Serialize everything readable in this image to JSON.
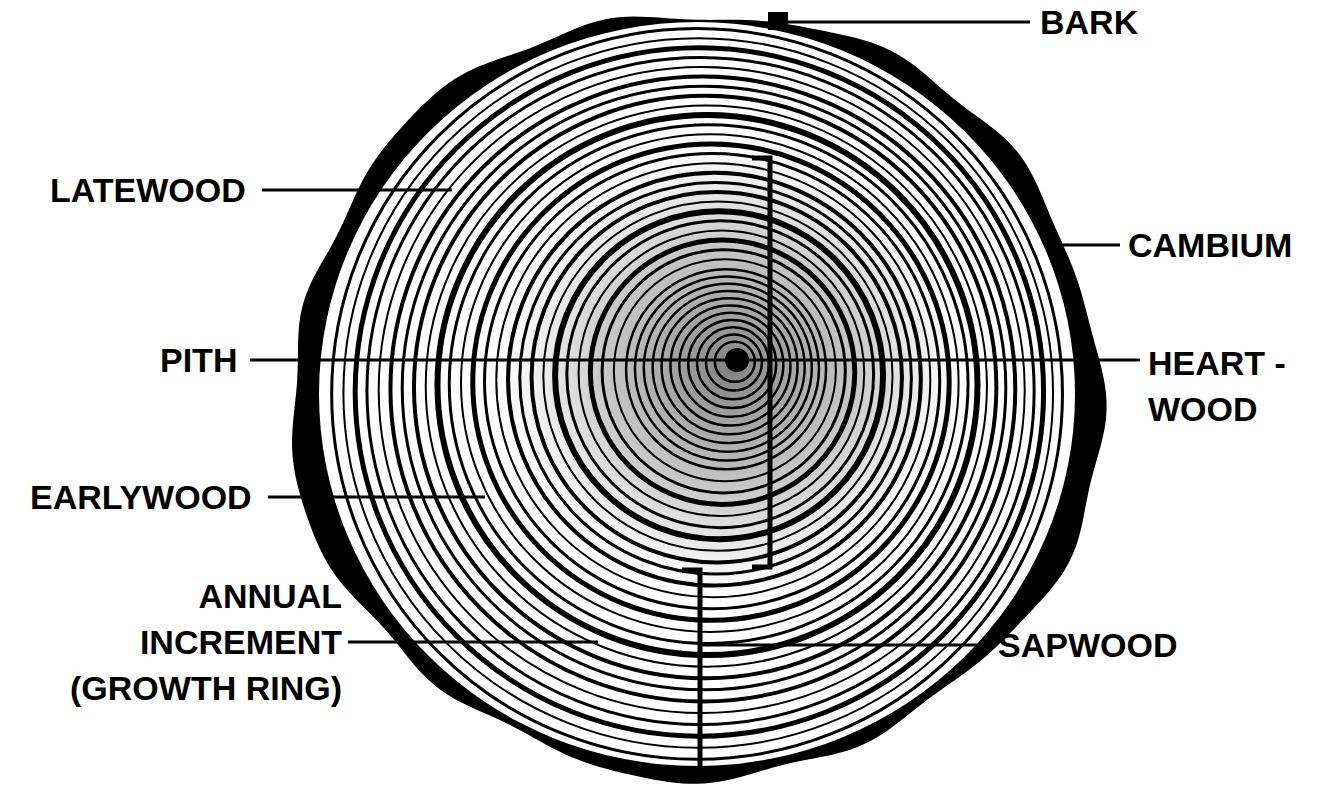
{
  "diagram": {
    "labels": [
      "BARK",
      "LATEWOOD",
      "CAMBIUM",
      "PITH",
      "HEART - WOOD",
      "EARLYWOOD",
      "ANNUAL INCREMENT (GROWTH RING)",
      "SAPWOOD"
    ]
  }
}
